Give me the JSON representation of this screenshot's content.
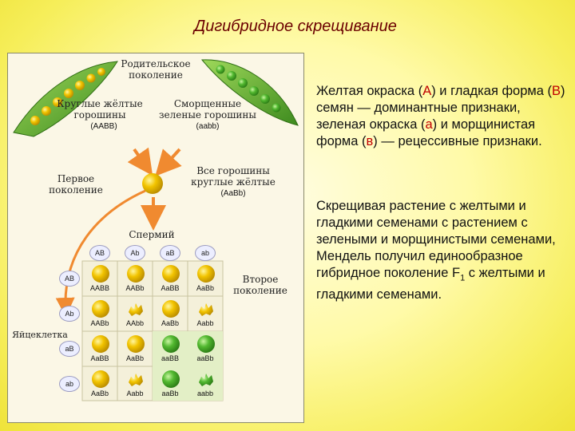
{
  "title": "Дигибридное скрещивание",
  "diagram": {
    "parents_title_1": "Родительское",
    "parents_title_2": "поколение",
    "left_parent_1": "Круглые жёлтые",
    "left_parent_2": "горошины",
    "left_parent_geno": "(ААВВ)",
    "right_parent_1": "Сморщенные",
    "right_parent_2": "зеленые горошины",
    "right_parent_geno": "(aabb)",
    "f1_label_1": "Первое",
    "f1_label_2": "поколение",
    "f1_desc_1": "Все горошины",
    "f1_desc_2": "круглые жёлтые",
    "f1_geno": "(AaBb)",
    "sperm_label": "Спермий",
    "egg_label": "Яйцеклетка",
    "f2_label_1": "Второе",
    "f2_label_2": "поколение",
    "sperm_gametes": [
      "AB",
      "Ab",
      "aB",
      "ab"
    ],
    "egg_gametes": [
      "AB",
      "Ab",
      "aB",
      "ab"
    ],
    "grid": [
      [
        {
          "g": "AABB",
          "t": "yr"
        },
        {
          "g": "AABb",
          "t": "yr"
        },
        {
          "g": "AaBB",
          "t": "yr"
        },
        {
          "g": "AaBb",
          "t": "yr"
        }
      ],
      [
        {
          "g": "AABb",
          "t": "yr"
        },
        {
          "g": "AAbb",
          "t": "yw"
        },
        {
          "g": "AaBb",
          "t": "yr"
        },
        {
          "g": "Aabb",
          "t": "yw"
        }
      ],
      [
        {
          "g": "AaBB",
          "t": "yr"
        },
        {
          "g": "AaBb",
          "t": "yr"
        },
        {
          "g": "aaBB",
          "t": "gr"
        },
        {
          "g": "aaBb",
          "t": "gr"
        }
      ],
      [
        {
          "g": "AaBb",
          "t": "yr"
        },
        {
          "g": "Aabb",
          "t": "yw"
        },
        {
          "g": "aaBb",
          "t": "gr"
        },
        {
          "g": "aabb",
          "t": "gw"
        }
      ]
    ]
  },
  "text": {
    "p1_s1": "Желтая окраска (",
    "p1_A": "А",
    "p1_s2": ") и гладкая форма (",
    "p1_B": "В",
    "p1_s3": ") семян — доминантные признаки, зеленая окраска (",
    "p1_a": "а",
    "p1_s4": ") и морщинистая форма (",
    "p1_b": "в",
    "p1_s5": ") — рецессивные признаки.",
    "p2_s1": "Скрещивая растение с желтыми и гладкими семенами с растением с зелеными и морщинистыми семенами, Мендель получил единообразное гибридное поколение F",
    "p2_sub": "1",
    "p2_s2": " с желтыми и гладкими семенами."
  },
  "colors": {
    "yellow_pea": "#f0c000",
    "green_pea": "#4caf2a",
    "arrow": "#f08a30",
    "title": "#6b0000",
    "dominant_letters": "#c00000"
  }
}
